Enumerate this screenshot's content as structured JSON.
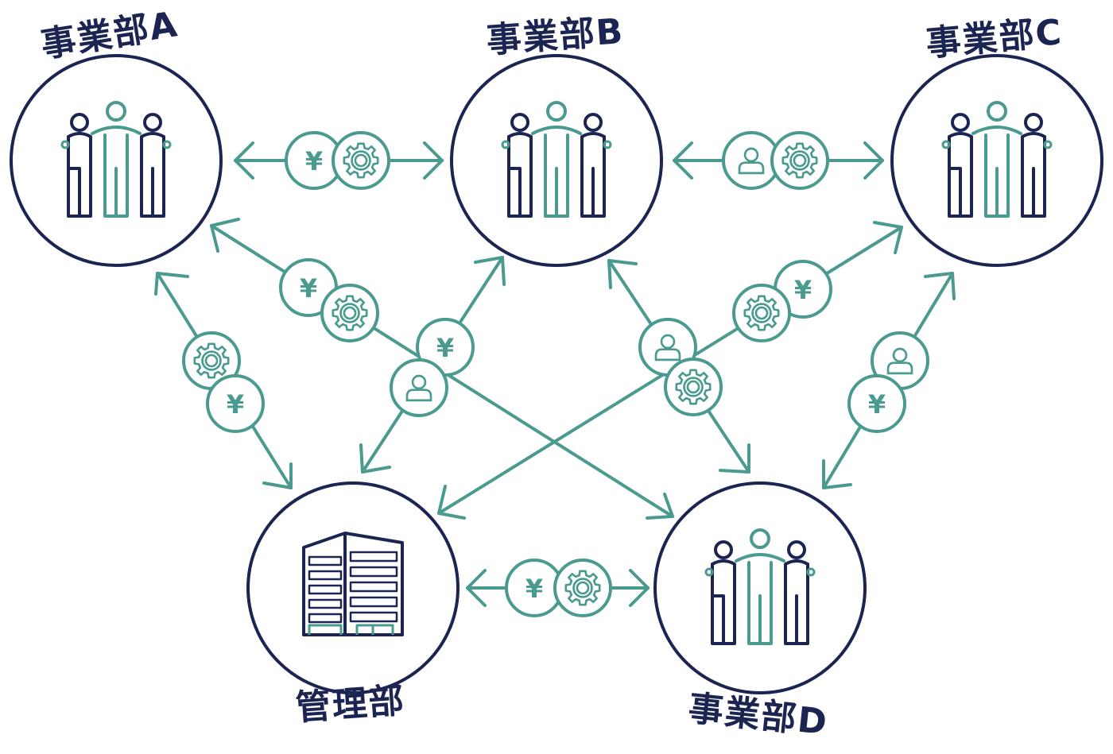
{
  "nodes": {
    "a": {
      "label": "事業部A"
    },
    "b": {
      "label": "事業部B"
    },
    "c": {
      "label": "事業部C"
    },
    "m": {
      "label": "管理部"
    },
    "d": {
      "label": "事業部D"
    }
  },
  "badges": {
    "yen": "¥"
  },
  "colors": {
    "navy": "#1c2552",
    "teal": "#4a9a8f"
  },
  "icons": [
    "team-icon",
    "building-icon",
    "yen-icon",
    "gear-icon",
    "person-icon"
  ]
}
